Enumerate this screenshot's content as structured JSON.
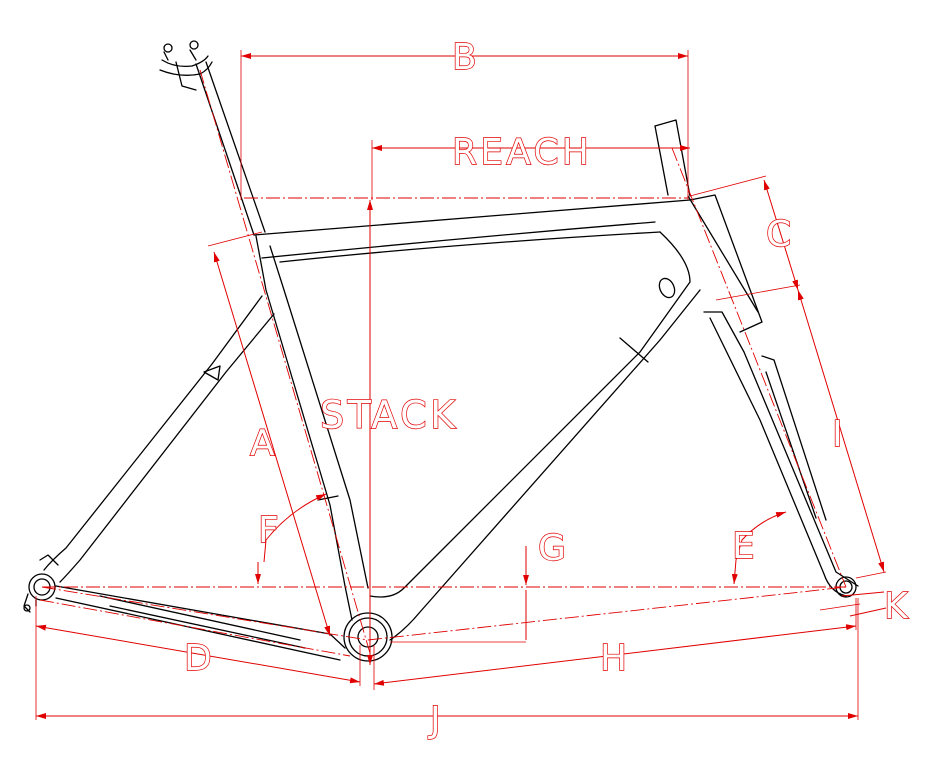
{
  "diagram": {
    "colors": {
      "frame": "#000000",
      "dimension": "#e10000",
      "background": "#ffffff"
    },
    "labels": {
      "A": "A",
      "B": "B",
      "C": "C",
      "D": "D",
      "E": "E",
      "F": "F",
      "G": "G",
      "H": "H",
      "I": "I",
      "J": "J",
      "K": "K",
      "reach": "REACH",
      "stack": "STACK"
    }
  }
}
